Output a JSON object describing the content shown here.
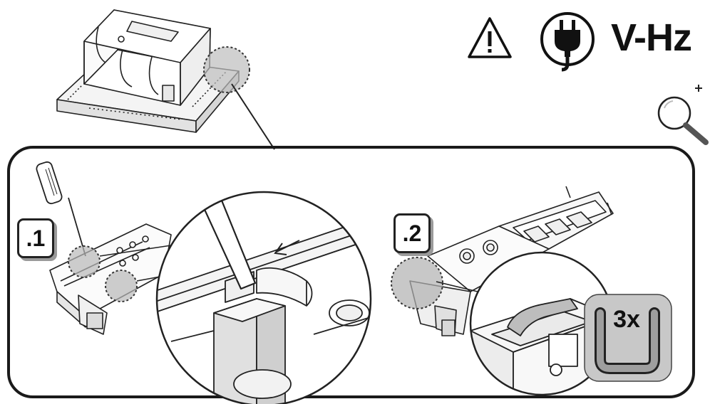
{
  "header": {
    "power_spec_label": "V-Hz",
    "warning_icon": "warning-triangle-icon",
    "plug_icon": "power-plug-icon",
    "zoom_icon": "magnifier-plus-icon"
  },
  "steps": [
    {
      "label": ".1"
    },
    {
      "label": ".2"
    }
  ],
  "repeat": {
    "label": "3x"
  },
  "colors": {
    "line": "#222222",
    "panel_border": "#1a1a1a",
    "highlight_gray": "#9a9a9a",
    "badge_fill": "#c8c8c8",
    "magnifier_handle": "#555555"
  }
}
